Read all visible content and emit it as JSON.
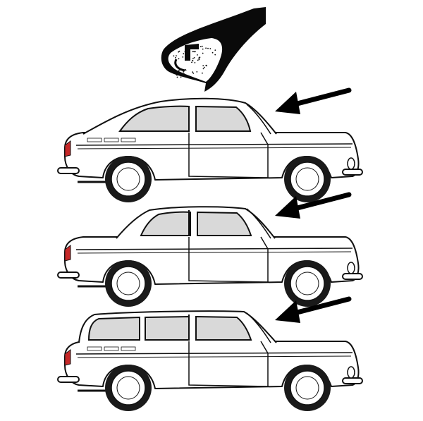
{
  "colors": {
    "background": "#ffffff",
    "outline": "#111111",
    "body_fill": "#ffffff",
    "glass_fill": "#d9d9d9",
    "tire": "#1a1a1a",
    "hubcap": "#ffffff",
    "rubber": "#0a0a0a",
    "seal_core": "#ffffff",
    "taillight": "#c62828"
  },
  "icons": {
    "seal": "rubber-seal-cross-section-icon",
    "arrow": "arrow-left-icon",
    "car_fastback": "fastback-car-icon",
    "car_notchback": "notchback-car-icon",
    "car_squareback": "squareback-car-icon"
  },
  "variants": [
    "fastback",
    "notchback",
    "squareback"
  ]
}
